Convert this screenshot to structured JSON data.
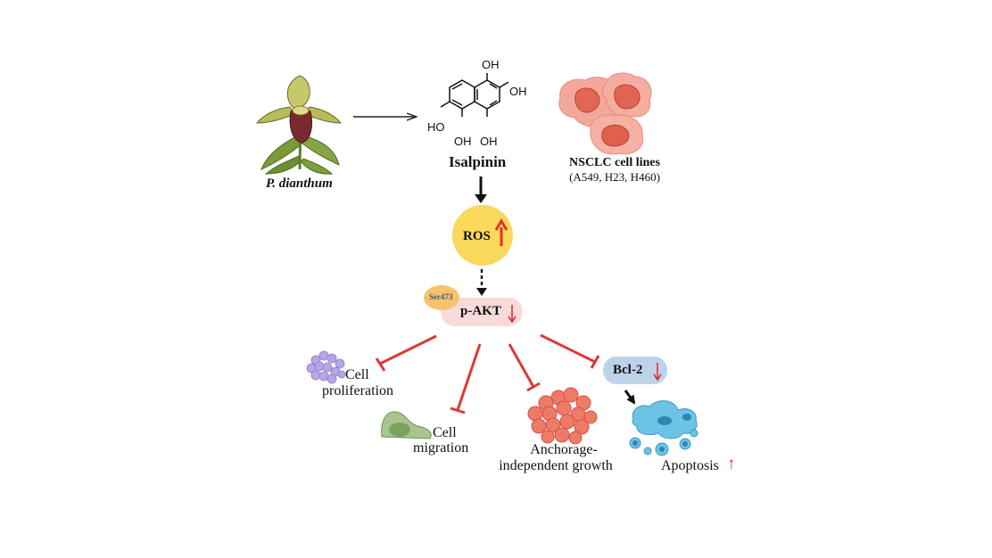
{
  "plant": {
    "name": "P. dianthum"
  },
  "compound": {
    "name": "Isalpinin",
    "substituents": [
      "OH",
      "OH",
      "HO",
      "OH",
      "OH"
    ]
  },
  "cells": {
    "title": "NSCLC cell lines",
    "lines": "(A549, H23, H460)"
  },
  "ros": {
    "label": "ROS",
    "arrow": "↑"
  },
  "pakt": {
    "label": "p-AKT",
    "arrow": "↓",
    "site": "Ser473"
  },
  "bcl2": {
    "label": "Bcl-2",
    "arrow": "↓"
  },
  "outcomes": {
    "proliferation": [
      "Cell",
      "proliferation"
    ],
    "migration": [
      "Cell",
      "migration"
    ],
    "anchorage": [
      "Anchorage-",
      "independent growth"
    ],
    "apoptosis": {
      "label": "Apoptosis",
      "arrow": "↑"
    }
  },
  "colors": {
    "inhibit": "#d93a3a",
    "ros_fill": "#f9d85a",
    "pakt_fill": "#f9dada",
    "ser_fill": "#f5c36a",
    "bcl2_fill": "#bcd3ea",
    "up_arrow": "#e03030"
  }
}
